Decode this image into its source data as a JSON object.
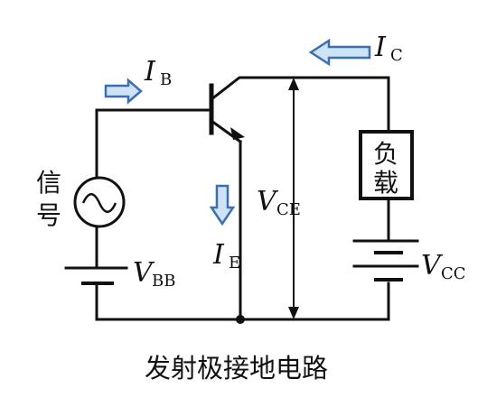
{
  "labels": {
    "ib_main": "I",
    "ib_sub": "B",
    "ic_main": "I",
    "ic_sub": "C",
    "ie_main": "I",
    "ie_sub": "E",
    "vce_main": "V",
    "vce_sub": "CE",
    "vbb_main": "V",
    "vbb_sub": "BB",
    "vcc_main": "V",
    "vcc_sub": "CC",
    "signal_line1": "信",
    "signal_line2": "号",
    "load_line1": "负",
    "load_line2": "载"
  },
  "caption": "发射极接地电路",
  "colors": {
    "wire": "#111111",
    "arrow_fill": "#cfe3f7",
    "arrow_stroke": "#3a6fb5"
  }
}
